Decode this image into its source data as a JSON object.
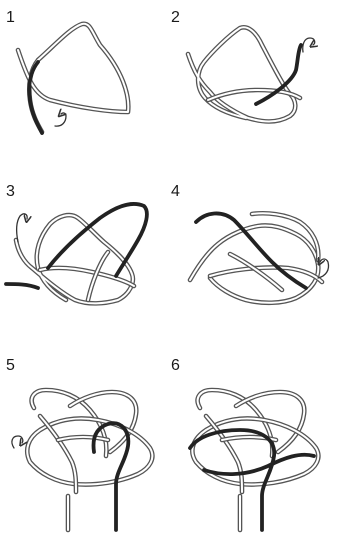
{
  "steps": [
    {
      "number": "1",
      "direction_icon": "curved-arrow-icon"
    },
    {
      "number": "2",
      "direction_icon": "curved-arrow-icon"
    },
    {
      "number": "3",
      "direction_icon": "curved-arrow-icon"
    },
    {
      "number": "4",
      "direction_icon": "curved-arrow-icon"
    },
    {
      "number": "5",
      "direction_icon": "curved-arrow-icon"
    },
    {
      "number": "6",
      "direction_icon": ""
    }
  ],
  "colors": {
    "rope_outline": "#555555",
    "working_end": "#222222",
    "background": "#ffffff"
  }
}
